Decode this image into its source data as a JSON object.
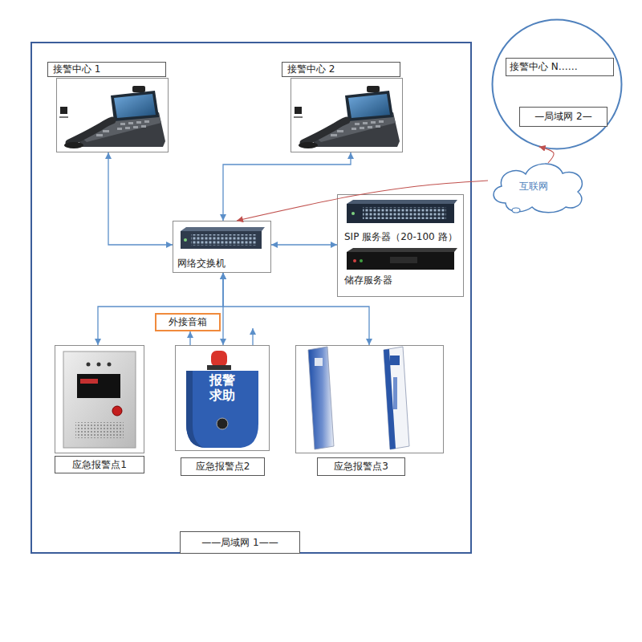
{
  "diagram": {
    "nodes": [
      {
        "text": [
          "——局域网 1——"
        ]
      },
      {
        "text": [
          "接警中心 1"
        ],
        "in": 0
      },
      {
        "text": [
          "接警中心 2"
        ],
        "in": 0
      },
      {
        "text": [
          "网络交换机"
        ],
        "in": 0
      },
      {
        "text": [
          "SIP 服务器（20-100 路）",
          "储存服务器"
        ],
        "in": 0
      },
      {
        "text": [
          "外接音箱"
        ],
        "in": 0
      },
      {
        "text": [
          "应急报警点1"
        ],
        "in": 0
      },
      {
        "text": [
          "应急报警点2"
        ],
        "in": 0
      },
      {
        "text": [
          "应急报警点3"
        ],
        "in": 0
      },
      {
        "text": [
          "—局域网 2—"
        ]
      },
      {
        "text": [
          "接警中心 N……"
        ],
        "in": 9
      },
      {
        "text": [
          "互联网"
        ]
      }
    ],
    "edges": [
      {
        "from": 3,
        "to": 1,
        "arrow": "both"
      },
      {
        "from": 3,
        "to": 2,
        "arrow": "both"
      },
      {
        "from": 3,
        "to": 4,
        "arrow": "both"
      },
      {
        "from": 11,
        "to": 3,
        "arrow": "to"
      },
      {
        "from": 11,
        "to": 9,
        "arrow": "to"
      },
      {
        "from": 3,
        "to": 6,
        "arrow": "both"
      },
      {
        "from": 3,
        "to": 7,
        "arrow": "both"
      },
      {
        "from": 3,
        "to": 8,
        "arrow": "both"
      },
      {
        "from": 7,
        "to": 5,
        "arrow": "to"
      }
    ],
    "labels": [
      "报警 求助"
    ]
  }
}
